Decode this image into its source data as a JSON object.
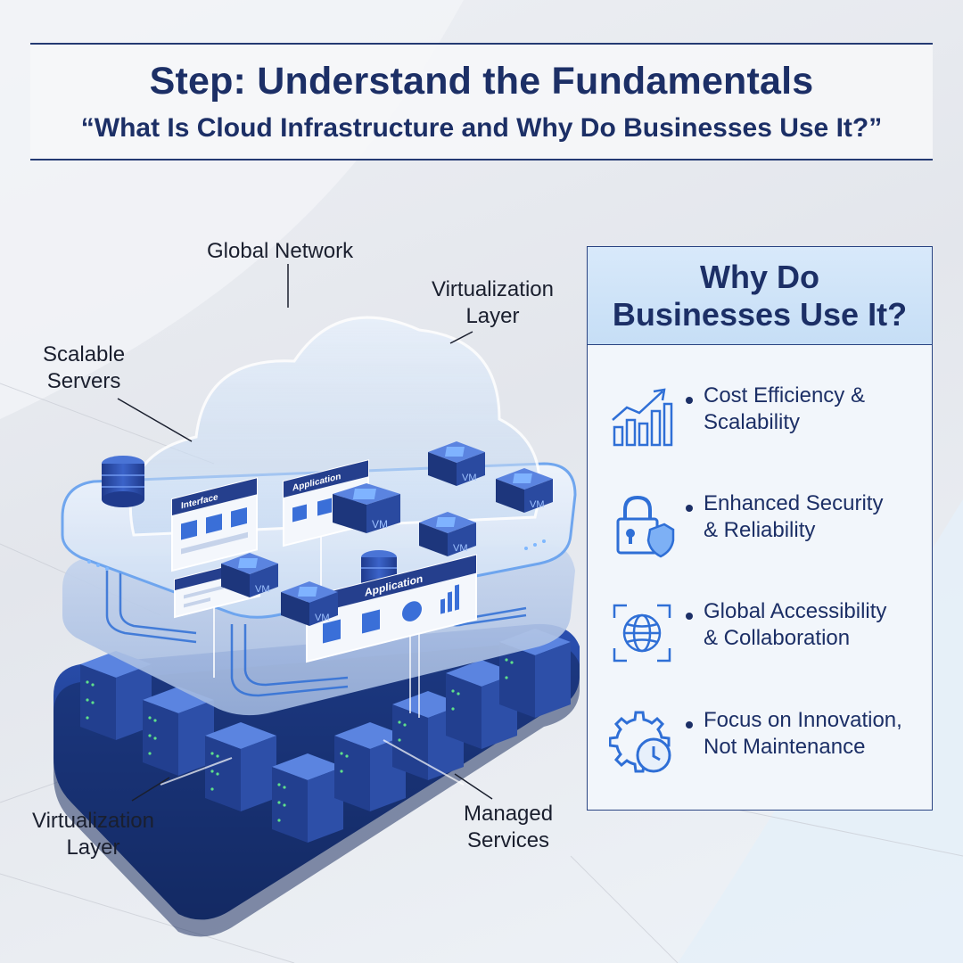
{
  "header": {
    "title": "Step: Understand the Fundamentals",
    "subtitle": "“What Is Cloud Infrastructure and Why Do Businesses Use It?”"
  },
  "diagram": {
    "labels": {
      "global_network": "Global Network",
      "virtualization_top_1": "Virtualization",
      "virtualization_top_2": "Layer",
      "scalable_1": "Scalable",
      "scalable_2": "Servers",
      "virtualization_bottom_1": "Virtualization",
      "virtualization_bottom_2": "Layer",
      "managed_1": "Managed",
      "managed_2": "Services"
    },
    "windows": {
      "interface": "Interface",
      "application_small": "Application",
      "application_large": "Application"
    },
    "vm_label": "VM"
  },
  "panel": {
    "heading_line1": "Why Do",
    "heading_line2": "Businesses Use It?",
    "benefits": [
      {
        "icon": "bar-chart-growth-icon",
        "line1": "Cost Efficiency &",
        "line2": "Scalability"
      },
      {
        "icon": "lock-shield-icon",
        "line1": "Enhanced Security",
        "line2": "& Reliability"
      },
      {
        "icon": "globe-arrows-icon",
        "line1": "Global Accessibility",
        "line2": "& Collaboration"
      },
      {
        "icon": "gear-clock-icon",
        "line1": "Focus on Innovation,",
        "line2": "Not Maintenance"
      }
    ]
  },
  "colors": {
    "navy": "#1c2f66",
    "accent_blue": "#2f6fd6",
    "panel_head": "#cfe3f8"
  }
}
